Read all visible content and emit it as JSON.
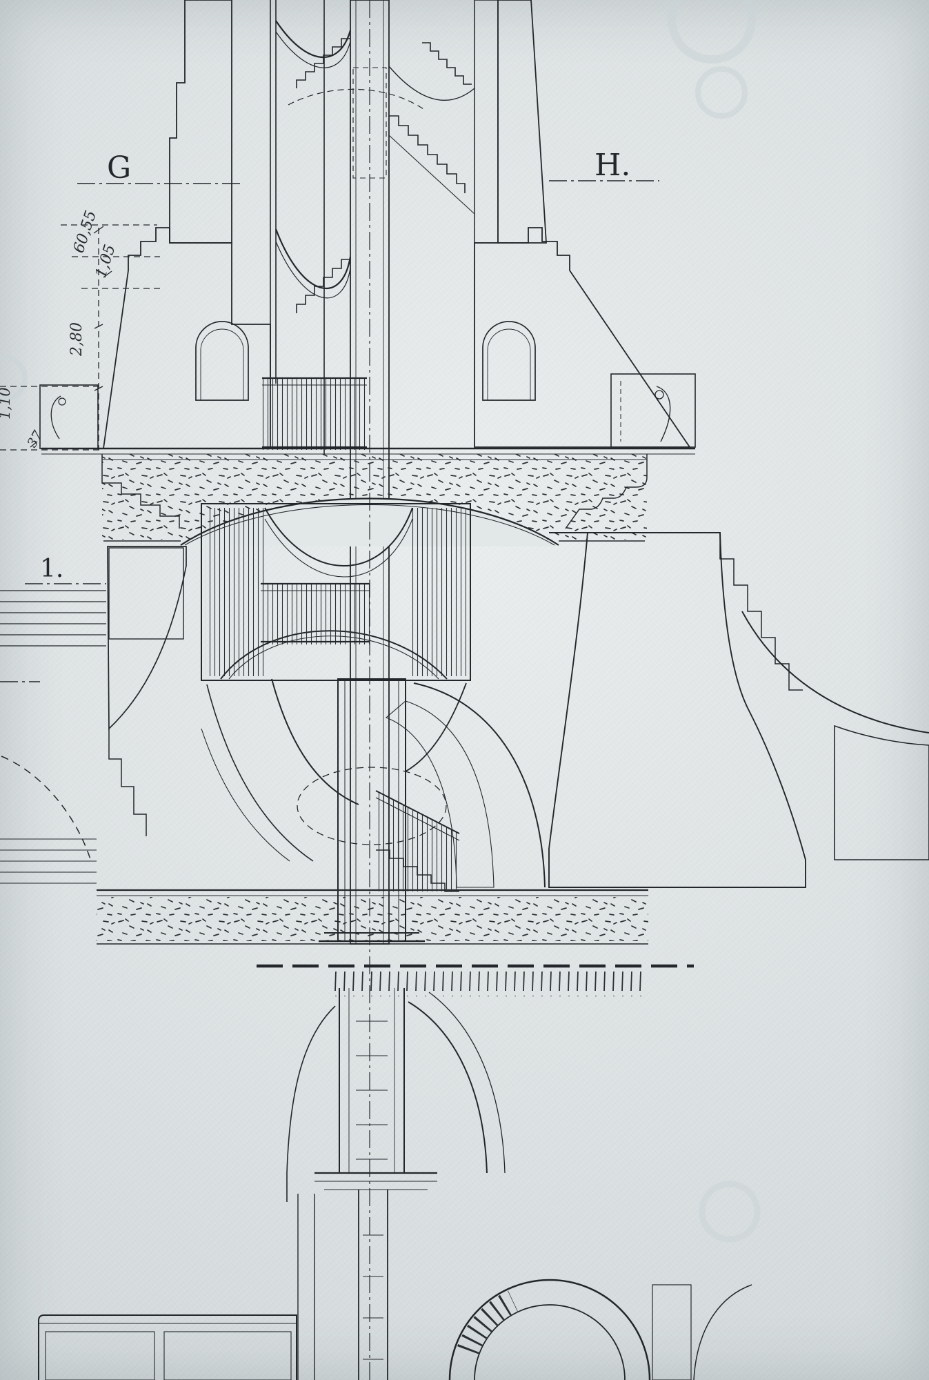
{
  "colors": {
    "paper": "#e2e7e8",
    "ink": "#23272b",
    "watermark": "#c9d3d6"
  },
  "labels": {
    "section_left": "G",
    "section_right": "H.",
    "level_mark": "1."
  },
  "dims": {
    "d1": "60,55",
    "d2": "1,05",
    "d3": "2,80",
    "d4": "1,10",
    "d5": "37"
  }
}
